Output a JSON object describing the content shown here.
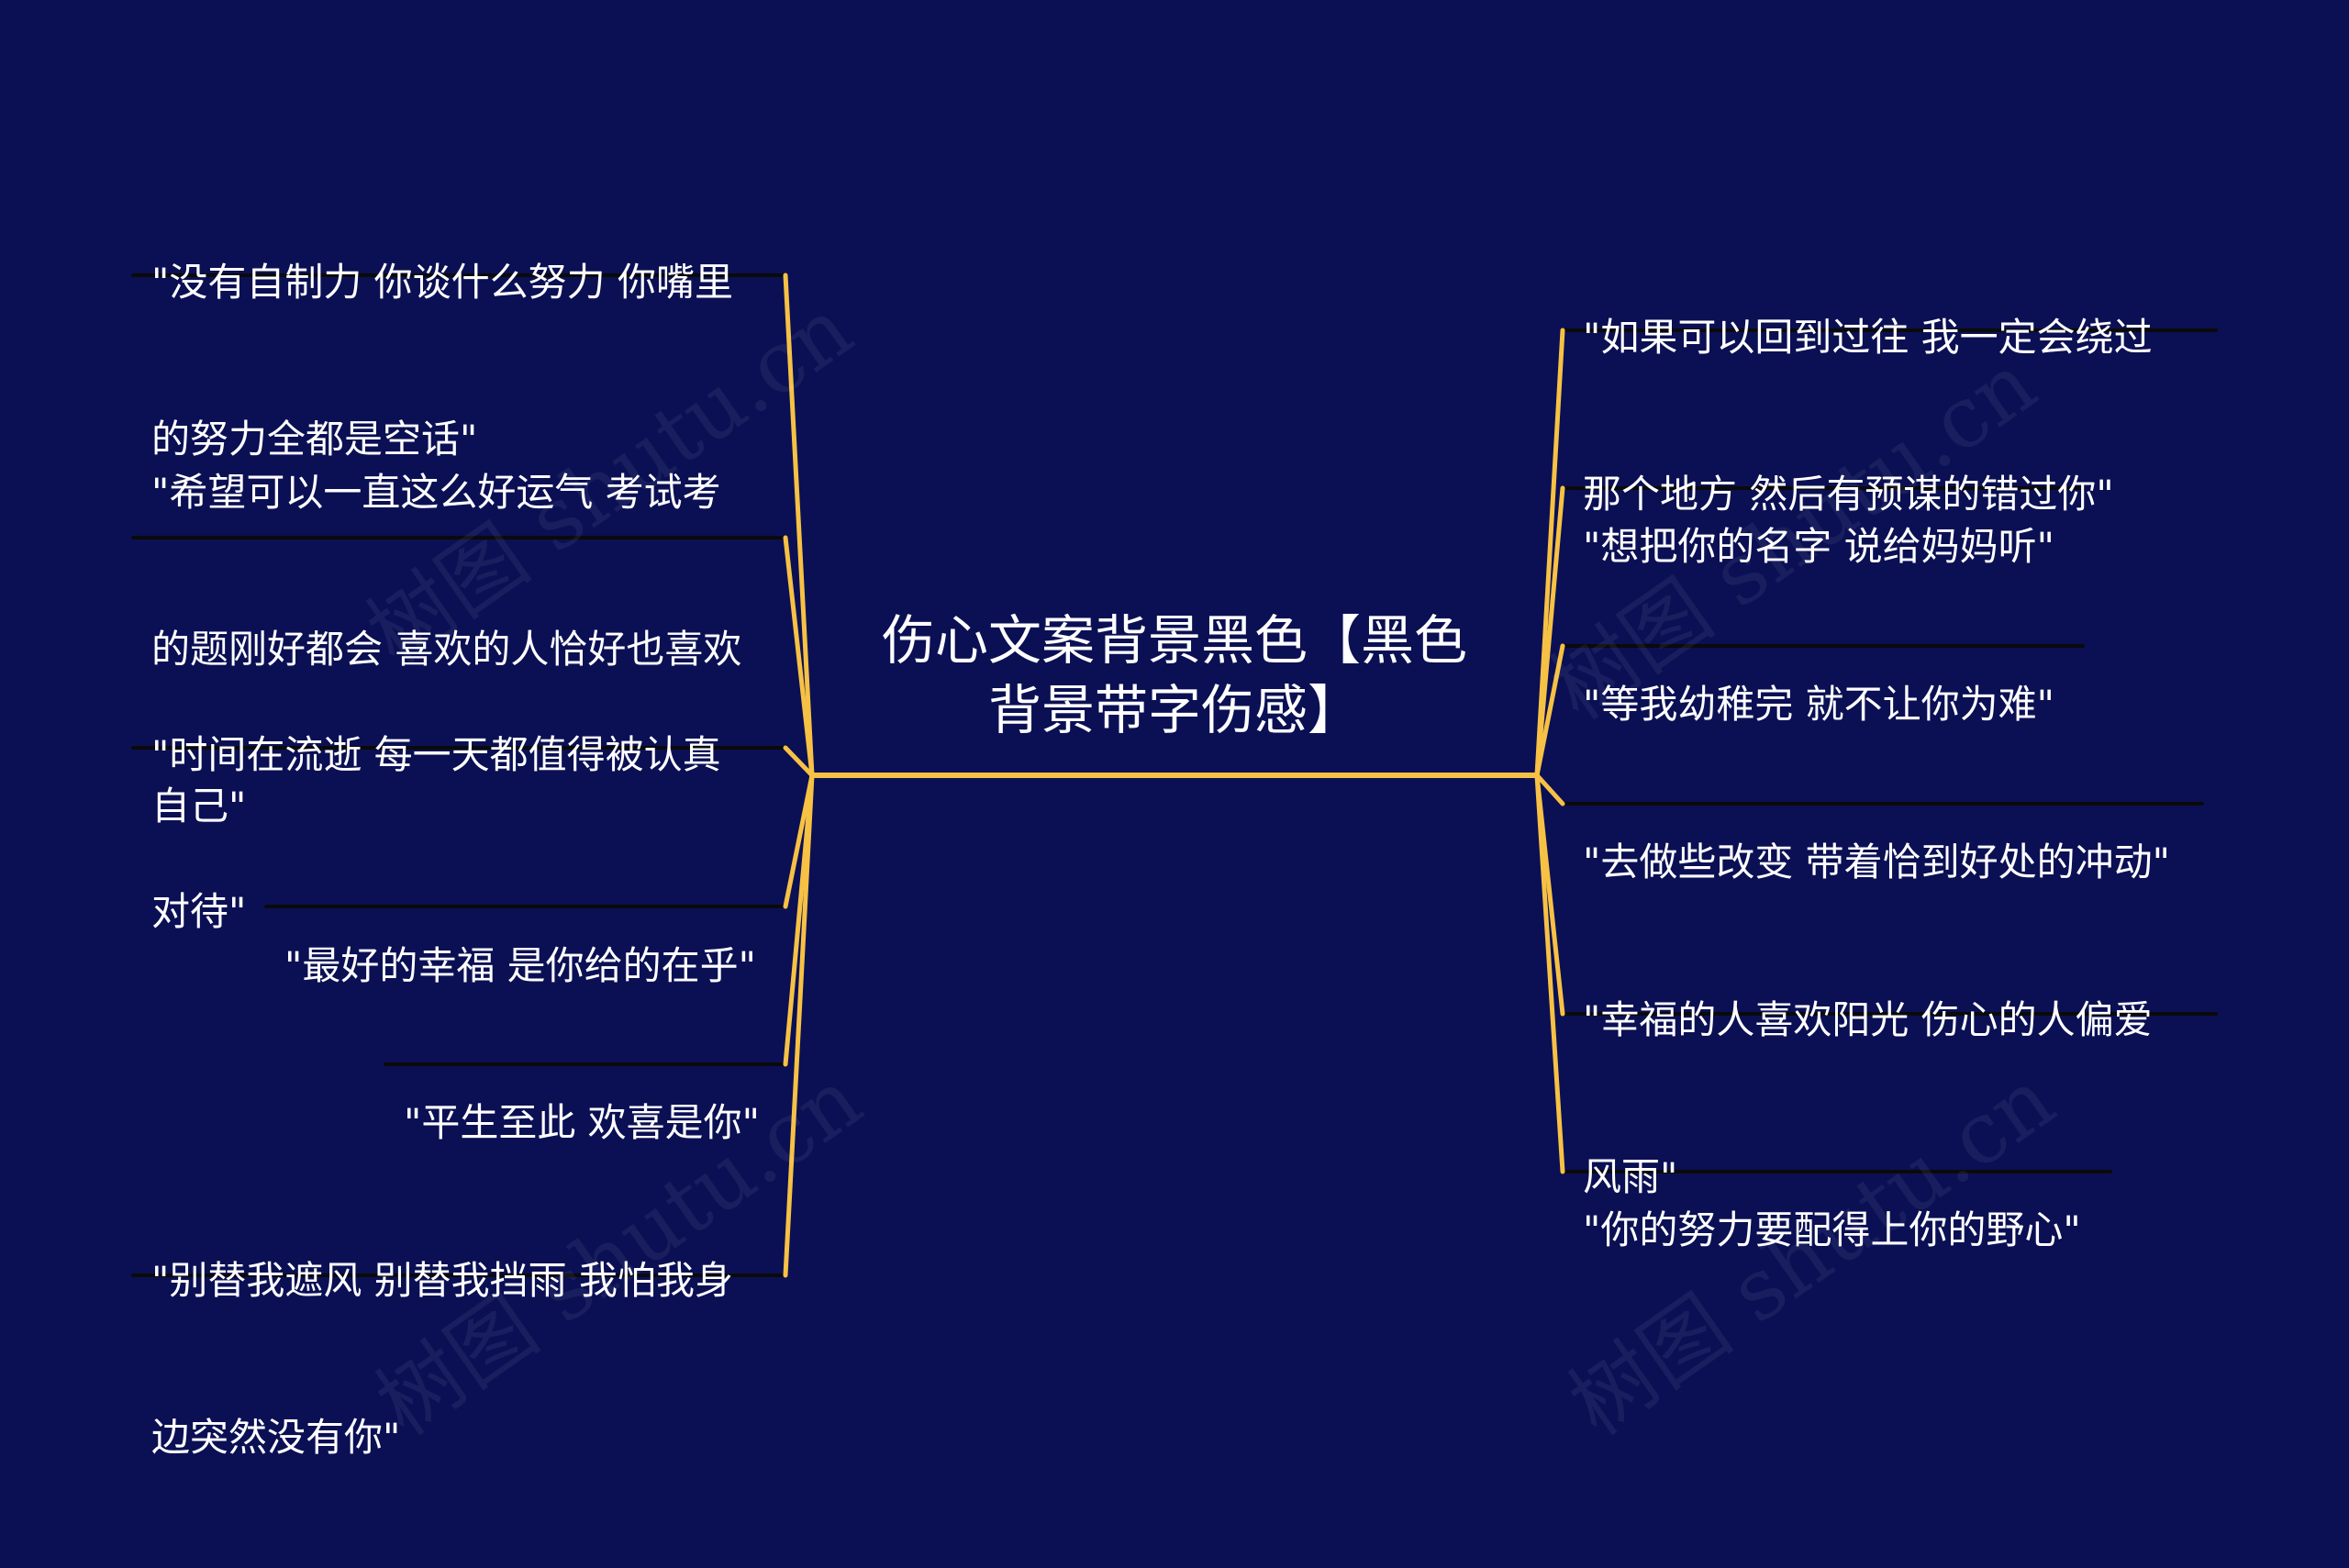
{
  "colors": {
    "background": "#0b1054",
    "branch": "#f6c145",
    "underline": "#0a0a0a",
    "text": "#ffffff"
  },
  "center": {
    "title": "伤心文案背景黑色【黑色背景带字伤感】",
    "lines": [
      "伤心文案背景黑色【黑色",
      "背景带字伤感】"
    ]
  },
  "left_branches": [
    {
      "lines": [
        "\"没有自制力 你谈什么努力 你嘴里",
        "的努力全都是空话\""
      ]
    },
    {
      "lines": [
        "\"希望可以一直这么好运气 考试考",
        "的题刚好都会 喜欢的人恰好也喜欢",
        "自己\""
      ]
    },
    {
      "lines": [
        "\"时间在流逝 每一天都值得被认真",
        "对待\""
      ]
    },
    {
      "lines": [
        "\"最好的幸福 是你给的在乎\""
      ]
    },
    {
      "lines": [
        "\"平生至此 欢喜是你\""
      ]
    },
    {
      "lines": [
        "\"别替我遮风 别替我挡雨 我怕我身",
        "边突然没有你\""
      ]
    }
  ],
  "right_branches": [
    {
      "lines": [
        "\"如果可以回到过往 我一定会绕过",
        "那个地方 然后有预谋的错过你\""
      ]
    },
    {
      "lines": [
        "\"想把你的名字 说给妈妈听\""
      ]
    },
    {
      "lines": [
        "\"等我幼稚完 就不让你为难\""
      ]
    },
    {
      "lines": [
        "\"去做些改变 带着恰到好处的冲动\""
      ]
    },
    {
      "lines": [
        "\"幸福的人喜欢阳光 伤心的人偏爱",
        "风雨\""
      ]
    },
    {
      "lines": [
        "\"你的努力要配得上你的野心\""
      ]
    }
  ],
  "watermark": "树图 shutu.cn"
}
